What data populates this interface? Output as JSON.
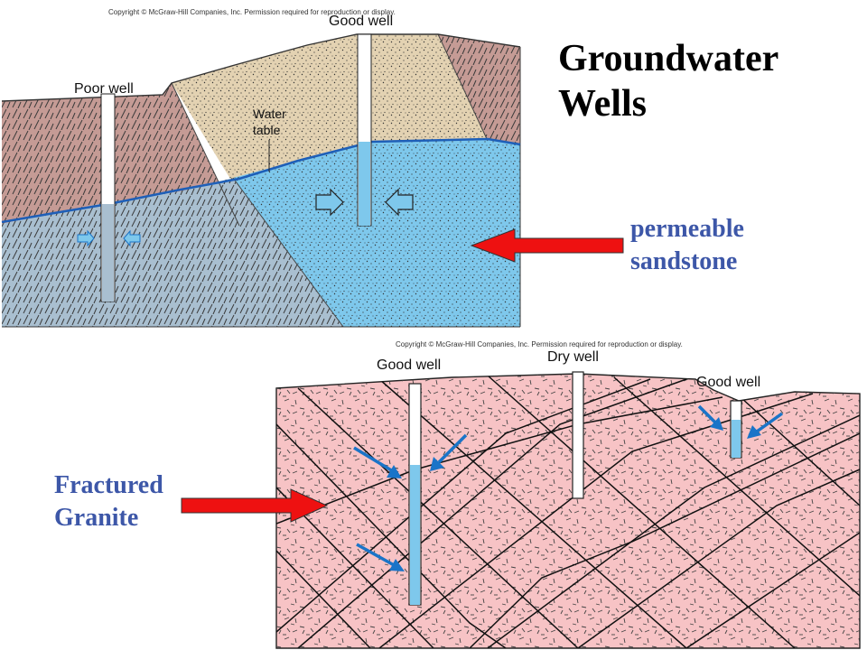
{
  "title_line1": "Groundwater",
  "title_line2": "Wells",
  "top_diagram": {
    "copyright": "Copyright © McGraw-Hill Companies, Inc. Permission required for reproduction or display.",
    "poor_well": "Poor well",
    "good_well": "Good well",
    "water_table_line1": "Water",
    "water_table_line2": "table"
  },
  "bottom_diagram": {
    "copyright": "Copyright © McGraw-Hill Companies, Inc. Permission required for reproduction or display.",
    "good_well_left": "Good well",
    "dry_well": "Dry well",
    "good_well_right": "Good well"
  },
  "callouts": {
    "sandstone_line1": "permeable",
    "sandstone_line2": "sandstone",
    "granite_line1": "Fractured",
    "granite_line2": "Granite"
  },
  "colors": {
    "sandstone_water": "#7ec8ec",
    "shale_water": "#a9bfd0",
    "shale_dry": "#c59b95",
    "sand_dry": "#e3d2b2",
    "granite": "#f7c3c5",
    "arrow_red": "#ee1111",
    "flow_blue": "#1a74c8",
    "label_blue": "#3d57a8"
  }
}
